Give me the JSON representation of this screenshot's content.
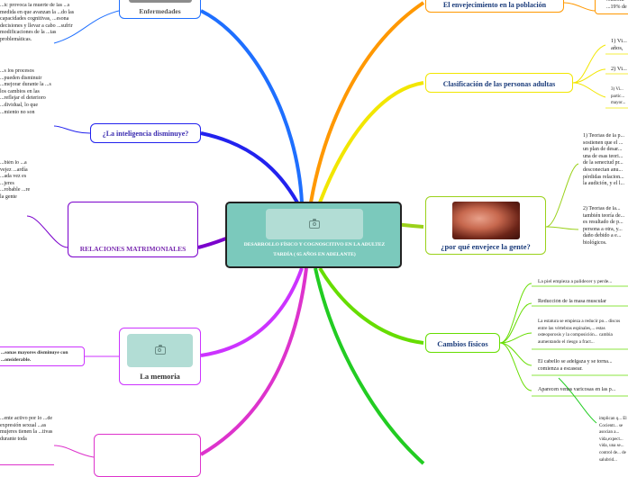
{
  "center": {
    "title": "DESARROLLO FÍSICO Y COGNOSCITIVO EN LA ADULTEZ TARDÍA   ( 65 AÑOS EN ADELANTE)",
    "image_icon": "camera-icon"
  },
  "left_branches": {
    "enfermedades": {
      "label": "Enfermedades",
      "note": "...ic provoca la muerte de las ...s  medida en que avanzan la ...do las capacidades cognitivas, ...esona decisiones y llevar a cabo ...sufrir modificaciones de la ...tas problemáticas."
    },
    "inteligencia": {
      "label": "¿La inteligencia disminuye?",
      "note": "...s los procesos ...pueden disminuir ...mejorar durante la ...s los cambios en las ...reflejar el deterioro ...dividual, lo que ...miento no son"
    },
    "relaciones": {
      "label": "RELACIONES MATRIMONIALES",
      "note": "...bién lo ...a vejez ...ardía ...ada vez es ...jeres ...robable ...re la gente"
    },
    "memoria": {
      "label": "La memoria",
      "note": "...sonas mayores disminuye con ...onsiderable.",
      "image_icon": "camera-icon"
    },
    "sexualidad": {
      "note": "...ente activo por lo ...de expresión sexual ...as mujeres tienen la ...tivas durante toda"
    }
  },
  "right_branches": {
    "envejecimiento": {
      "label": "El envejecimiento en la población",
      "note": "...ncrem ...19% de"
    },
    "clasificacion": {
      "label": "Clasificación de las personas adultas",
      "items": [
        "1) Vi... años,",
        "2) Vi...",
        "3) Vi... partic... mayor..."
      ]
    },
    "por_que": {
      "label": "¿por qué envejece la gente?",
      "items": [
        "1) Teorías de la p... sostienen que el ... un plan de desar... una de esas teori... de la senectud pr... desconectan anu... pérdidas relacion... la audición, y el l...",
        "2) Teorías de la... también teoría de... es resultado de p... persona a otra, y... daño debido a e... biológicos."
      ]
    },
    "cambios": {
      "label": "Cambios físicos",
      "items": [
        "La piel empieza a palidecer y perde...",
        "Reducción de la masa muscular",
        "La estatura se empieza a reducir po... discos entre las vértebras espinales,... estas osteoporosis y la composición... cambia aumentando el riesgo a fract...",
        "El cabello se adelgaza y se torna... comienza a escasear.",
        "Aparecen venas varicosas en las p..."
      ]
    },
    "bottom_note": {
      "note": "implican q... El Cocientr... se asocian a... vida,expect... vida, una se... control de... de salubrid..."
    }
  },
  "colors": {
    "center_bg": "#7bc9bc",
    "photo_bg": "#b2ddd5",
    "purple": "#8a2be2",
    "yellow_green": "#9ad11a",
    "orange": "#ff9800",
    "yellow": "#f2e600",
    "blue": "#1e6fff",
    "green": "#22cc22",
    "magenta": "#cc33ff"
  }
}
